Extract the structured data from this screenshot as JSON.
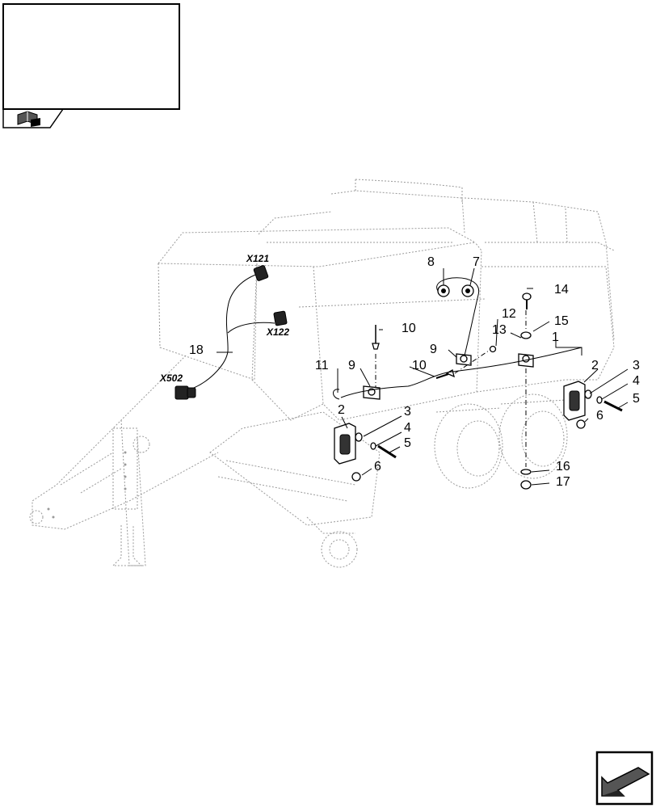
{
  "diagram": {
    "part_refs": [
      "1",
      "2",
      "2",
      "3",
      "3",
      "4",
      "4",
      "5",
      "5",
      "6",
      "6",
      "7",
      "8",
      "9",
      "9",
      "10",
      "10",
      "11",
      "12",
      "13",
      "14",
      "15",
      "16",
      "17",
      "18"
    ],
    "connectors": [
      "X121",
      "X122",
      "X502"
    ]
  },
  "icons": {
    "title_block": "book-icon",
    "nav": "arrow-next-page-icon"
  }
}
